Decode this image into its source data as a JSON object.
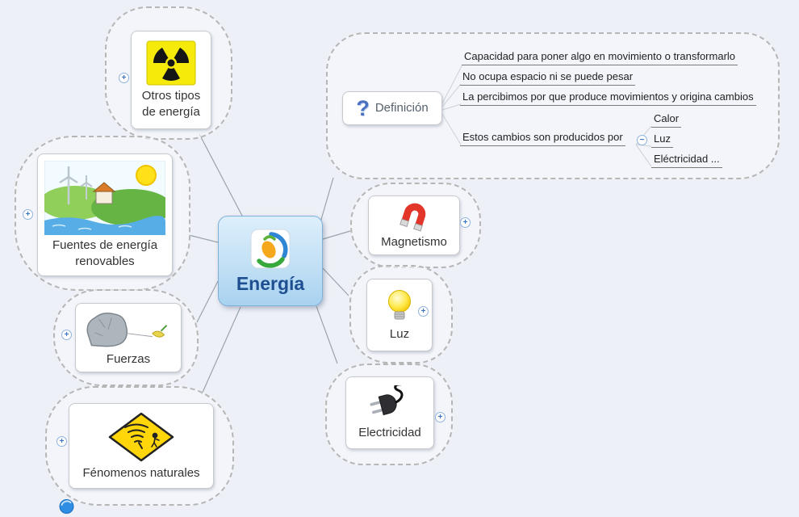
{
  "central": {
    "label": "Energía"
  },
  "branches": {
    "otros_tipos": {
      "label": "Otros tipos de energía",
      "icon": "radiation-icon"
    },
    "fuentes": {
      "label": "Fuentes de energía renovables",
      "icon": "renewable-landscape-image"
    },
    "fuerzas": {
      "label": "Fuerzas",
      "icon": "rock-image"
    },
    "fenomenos": {
      "label": "Fénomenos naturales",
      "icon": "tornado-warning-icon"
    },
    "definicion": {
      "label": "Definición",
      "icon": "question-mark-icon"
    },
    "magnetismo": {
      "label": "Magnetismo",
      "icon": "magnet-icon"
    },
    "luz": {
      "label": "Luz",
      "icon": "lightbulb-icon"
    },
    "electricidad": {
      "label": "Electricidad",
      "icon": "plug-icon"
    }
  },
  "definicion_children": [
    {
      "label": "Capacidad para poner algo en movimiento o transformarlo"
    },
    {
      "label": "No ocupa espacio ni se puede pesar"
    },
    {
      "label": "La percibimos por que produce movimientos y origina cambios"
    },
    {
      "label": "Estos cambios son producidos por"
    }
  ],
  "cambios_children": [
    {
      "label": "Calor"
    },
    {
      "label": "Luz"
    },
    {
      "label": "Eléctricidad ..."
    }
  ],
  "icons": {
    "question_mark": "?"
  },
  "controls": {
    "expand_symbol": "+",
    "collapse_symbol": "−"
  },
  "colors": {
    "background": "#eef0f7",
    "cloud_border": "#b6b6b6",
    "connector": "#9aa3ab",
    "central_border": "#7fb0d8",
    "central_text": "#1d4f91",
    "radiation_yellow": "#f5ea0a",
    "magnet_red": "#e2362a",
    "bulb_yellow": "#ffe94d",
    "warning_yellow": "#ffd60a"
  }
}
